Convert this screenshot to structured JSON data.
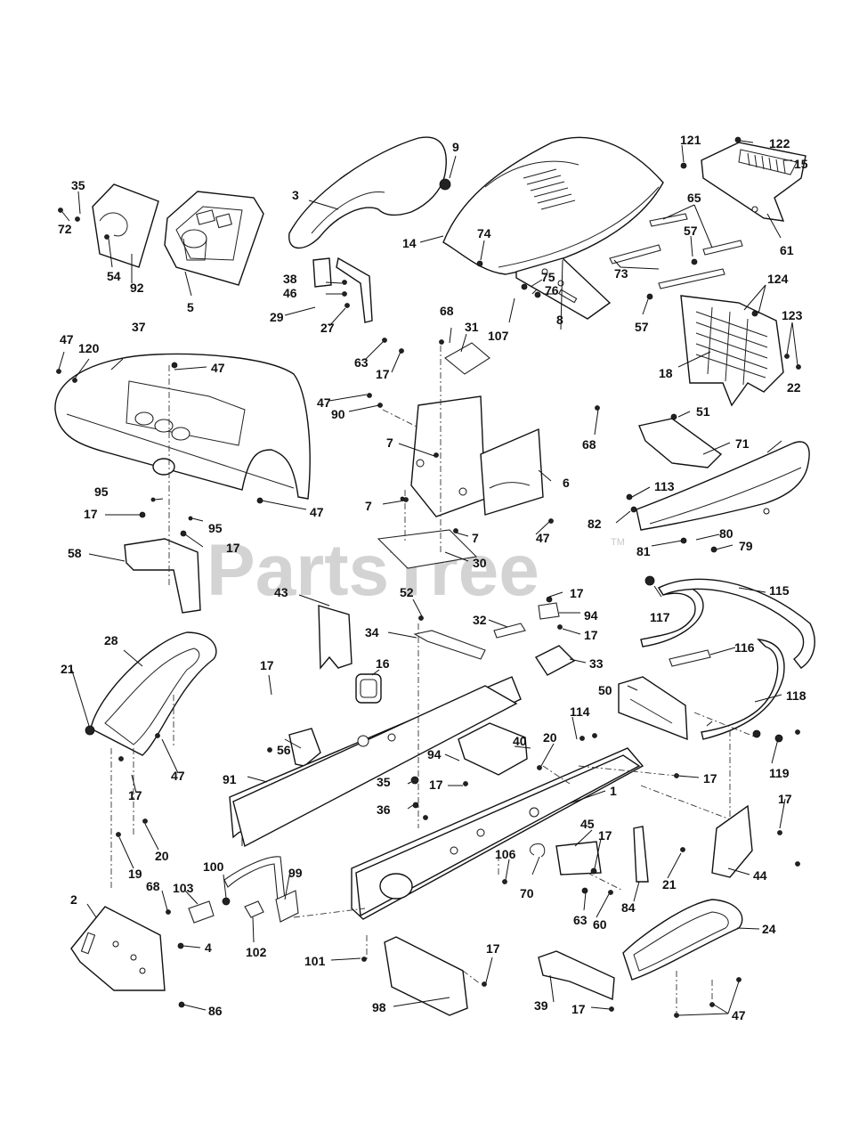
{
  "diagram": {
    "watermark": "PartsTree",
    "trademark": "TM",
    "callouts": [
      "1",
      "2",
      "3",
      "4",
      "5",
      "6",
      "7",
      "8",
      "9",
      "14",
      "15",
      "16",
      "17",
      "18",
      "19",
      "20",
      "21",
      "22",
      "24",
      "27",
      "28",
      "29",
      "30",
      "31",
      "32",
      "33",
      "34",
      "35",
      "36",
      "37",
      "38",
      "39",
      "40",
      "43",
      "44",
      "45",
      "46",
      "47",
      "50",
      "51",
      "52",
      "54",
      "56",
      "57",
      "58",
      "60",
      "61",
      "63",
      "65",
      "68",
      "70",
      "71",
      "72",
      "73",
      "74",
      "75",
      "76",
      "79",
      "80",
      "81",
      "82",
      "84",
      "86",
      "90",
      "91",
      "92",
      "94",
      "95",
      "98",
      "99",
      "100",
      "101",
      "102",
      "103",
      "106",
      "107",
      "113",
      "114",
      "115",
      "116",
      "117",
      "118",
      "119",
      "120",
      "121",
      "122",
      "123",
      "124"
    ]
  }
}
